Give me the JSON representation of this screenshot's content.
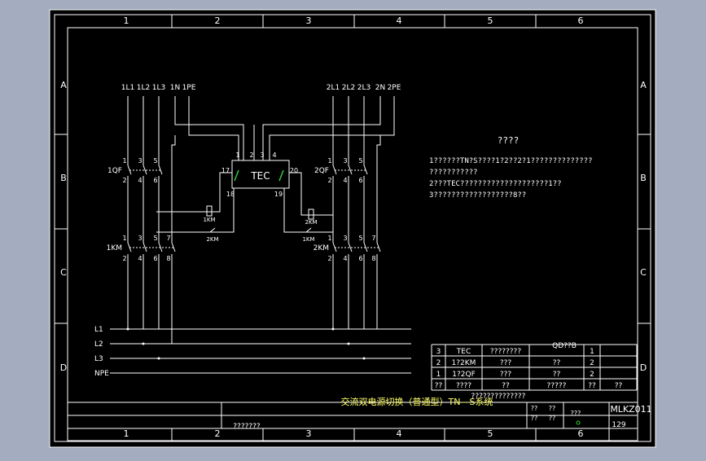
{
  "colors": {
    "window_bg": "#a3adbf",
    "paper": "#000000",
    "line": "#ffffff",
    "accent": "#33cc33",
    "drawing_title": "#ffff66"
  },
  "frame": {
    "columns": [
      "1",
      "2",
      "3",
      "4",
      "5",
      "6"
    ],
    "rows": [
      "A",
      "B",
      "C",
      "D"
    ]
  },
  "sources": {
    "left": [
      "1L1",
      "1L2",
      "1L3",
      "1N",
      "1PE"
    ],
    "right": [
      "2L1",
      "2L2",
      "2L3",
      "2N",
      "2PE"
    ]
  },
  "tec": {
    "label": "TEC",
    "top_terminals": [
      "1",
      "2",
      "3",
      "4"
    ],
    "side_terminals": [
      "17",
      "18",
      "20",
      "19"
    ]
  },
  "devices": {
    "q1": "1QF",
    "q2": "2QF",
    "km1": "1KM",
    "km2": "2KM",
    "coil_left": "1KM",
    "contact_left": "2KM",
    "coil_right": "2KM",
    "contact_right": "1KM",
    "qf_pins_top": [
      "1",
      "3",
      "5"
    ],
    "qf_pins_bottom": [
      "2",
      "4",
      "6"
    ],
    "km_pins_top": [
      "1",
      "3",
      "5",
      "7"
    ],
    "km_pins_bottom": [
      "2",
      "4",
      "6",
      "8"
    ]
  },
  "buses": [
    "L1",
    "L2",
    "L3",
    "NPE"
  ],
  "notes": {
    "heading": "????",
    "lines": [
      "1??????TN?S????1?2??2?1??????????????",
      "  ???????????",
      "2???TEC????????????????????1??",
      "3??????????????????8??"
    ]
  },
  "bom": {
    "header_code": "QD??B",
    "rows": [
      [
        "3",
        "TEC",
        "????????",
        "",
        "1",
        ""
      ],
      [
        "2",
        "1?2KM",
        "???",
        "??",
        "2",
        ""
      ],
      [
        "1",
        "1?2QF",
        "???",
        "??",
        "2",
        ""
      ],
      [
        "??",
        "????",
        "??",
        "?????",
        "??",
        "??"
      ]
    ]
  },
  "title_block": {
    "title": "交流双电源切换（普通型）TN—S系统",
    "subtitle": "??????????????",
    "drawing_no": "MLKZ011",
    "small_1": "??",
    "small_2": "??",
    "small_3": "??",
    "small_4": "??",
    "small_5": "???",
    "number": "129",
    "footer": "???????"
  }
}
